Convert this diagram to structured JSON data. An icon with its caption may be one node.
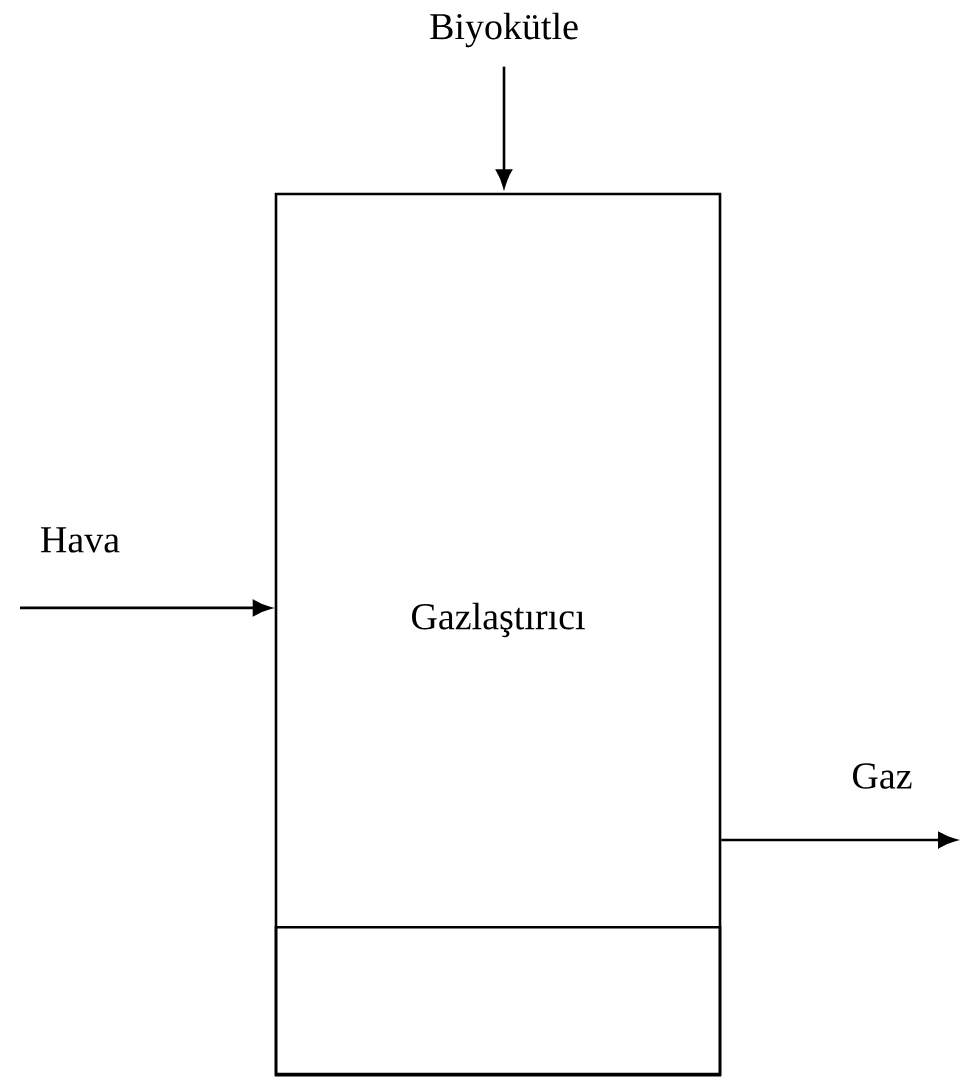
{
  "diagram": {
    "nodes": [
      {
        "text": [
          "Biyokütle"
        ]
      },
      {
        "text": [
          "Hava"
        ]
      },
      {
        "text": [
          "Gaz"
        ]
      },
      {
        "text": [
          "Gazlaştırıcı"
        ]
      },
      {
        "text": [],
        "shape": "box",
        "in": 3
      }
    ],
    "edges": [
      {
        "from": 0,
        "to": 3,
        "arrow": "to"
      },
      {
        "from": 1,
        "to": 3,
        "arrow": "to"
      },
      {
        "from": 3,
        "to": 2,
        "arrow": "to"
      }
    ]
  }
}
